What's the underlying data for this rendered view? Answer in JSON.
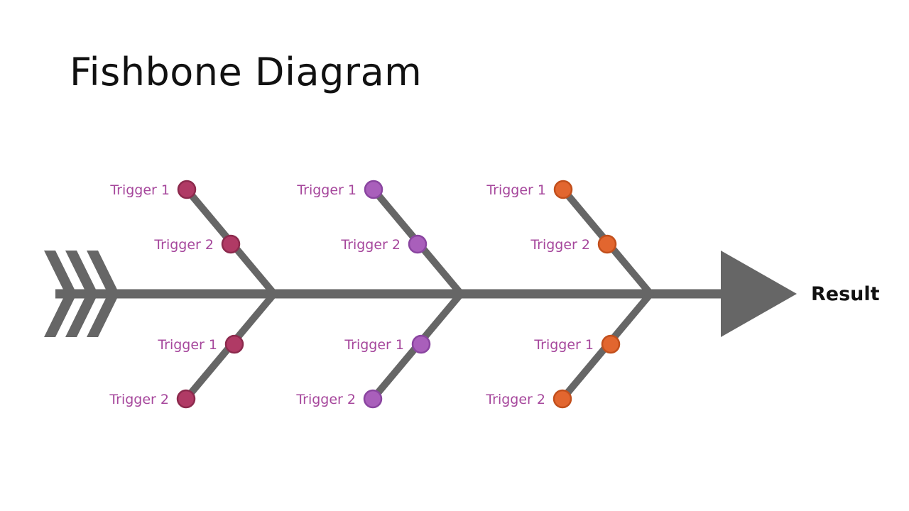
{
  "title": "Fishbone Diagram",
  "result_label": "Result",
  "colors": {
    "spine": "#666666",
    "label_text": "#a6479c",
    "result_text": "#111111",
    "group_colors": [
      {
        "fill": "#b03a65",
        "stroke": "#8c2a4d"
      },
      {
        "fill": "#a95fbb",
        "stroke": "#8a45a0"
      },
      {
        "fill": "#e2662f",
        "stroke": "#c24f1c"
      }
    ]
  },
  "bones": [
    {
      "upper": [
        "Trigger 1",
        "Trigger 2"
      ],
      "lower": [
        "Trigger 1",
        "Trigger 2"
      ]
    },
    {
      "upper": [
        "Trigger 1",
        "Trigger 2"
      ],
      "lower": [
        "Trigger 1",
        "Trigger 2"
      ]
    },
    {
      "upper": [
        "Trigger 1",
        "Trigger 2"
      ],
      "lower": [
        "Trigger 1",
        "Trigger 2"
      ]
    }
  ]
}
